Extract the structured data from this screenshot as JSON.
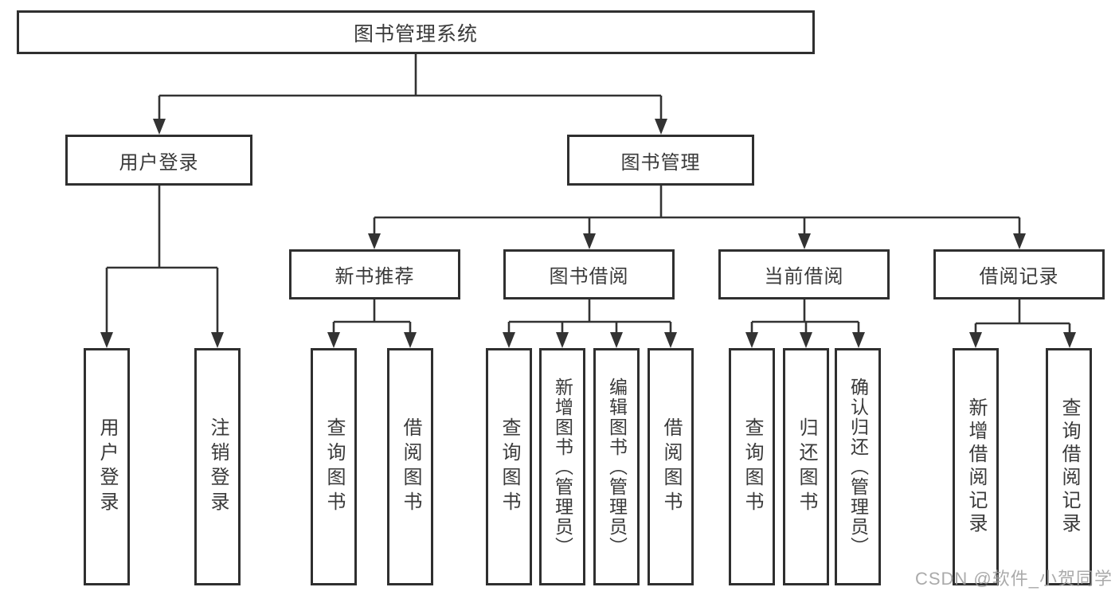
{
  "diagram": {
    "title": "图书管理系统",
    "root": {
      "label": "图书管理系统"
    },
    "level2": [
      {
        "id": "user-login",
        "label": "用户登录"
      },
      {
        "id": "book-management",
        "label": "图书管理"
      }
    ],
    "level3": [
      {
        "id": "new-book-recommend",
        "label": "新书推荐",
        "parent": "book-management"
      },
      {
        "id": "book-borrow",
        "label": "图书借阅",
        "parent": "book-management"
      },
      {
        "id": "current-borrow",
        "label": "当前借阅",
        "parent": "book-management"
      },
      {
        "id": "borrow-records",
        "label": "借阅记录",
        "parent": "book-management"
      }
    ],
    "leaves": {
      "user_login": [
        "用户登录",
        "注销登录"
      ],
      "new_book_recommend": [
        "查询图书",
        "借阅图书"
      ],
      "book_borrow": [
        "查询图书",
        "新增图书（管理员）",
        "编辑图书（管理员）",
        "借阅图书"
      ],
      "current_borrow": [
        "查询图书",
        "归还图书",
        "确认归还（管理员）"
      ],
      "borrow_records": [
        "新增借阅记录",
        "查询借阅记录"
      ]
    }
  },
  "watermark": "CSDN @软件_小贺同学",
  "colors": {
    "line": "#333333",
    "box_border": "#2f2f2f",
    "text": "#3a3a3a",
    "background": "#ffffff",
    "watermark": "#9e9e9e"
  }
}
